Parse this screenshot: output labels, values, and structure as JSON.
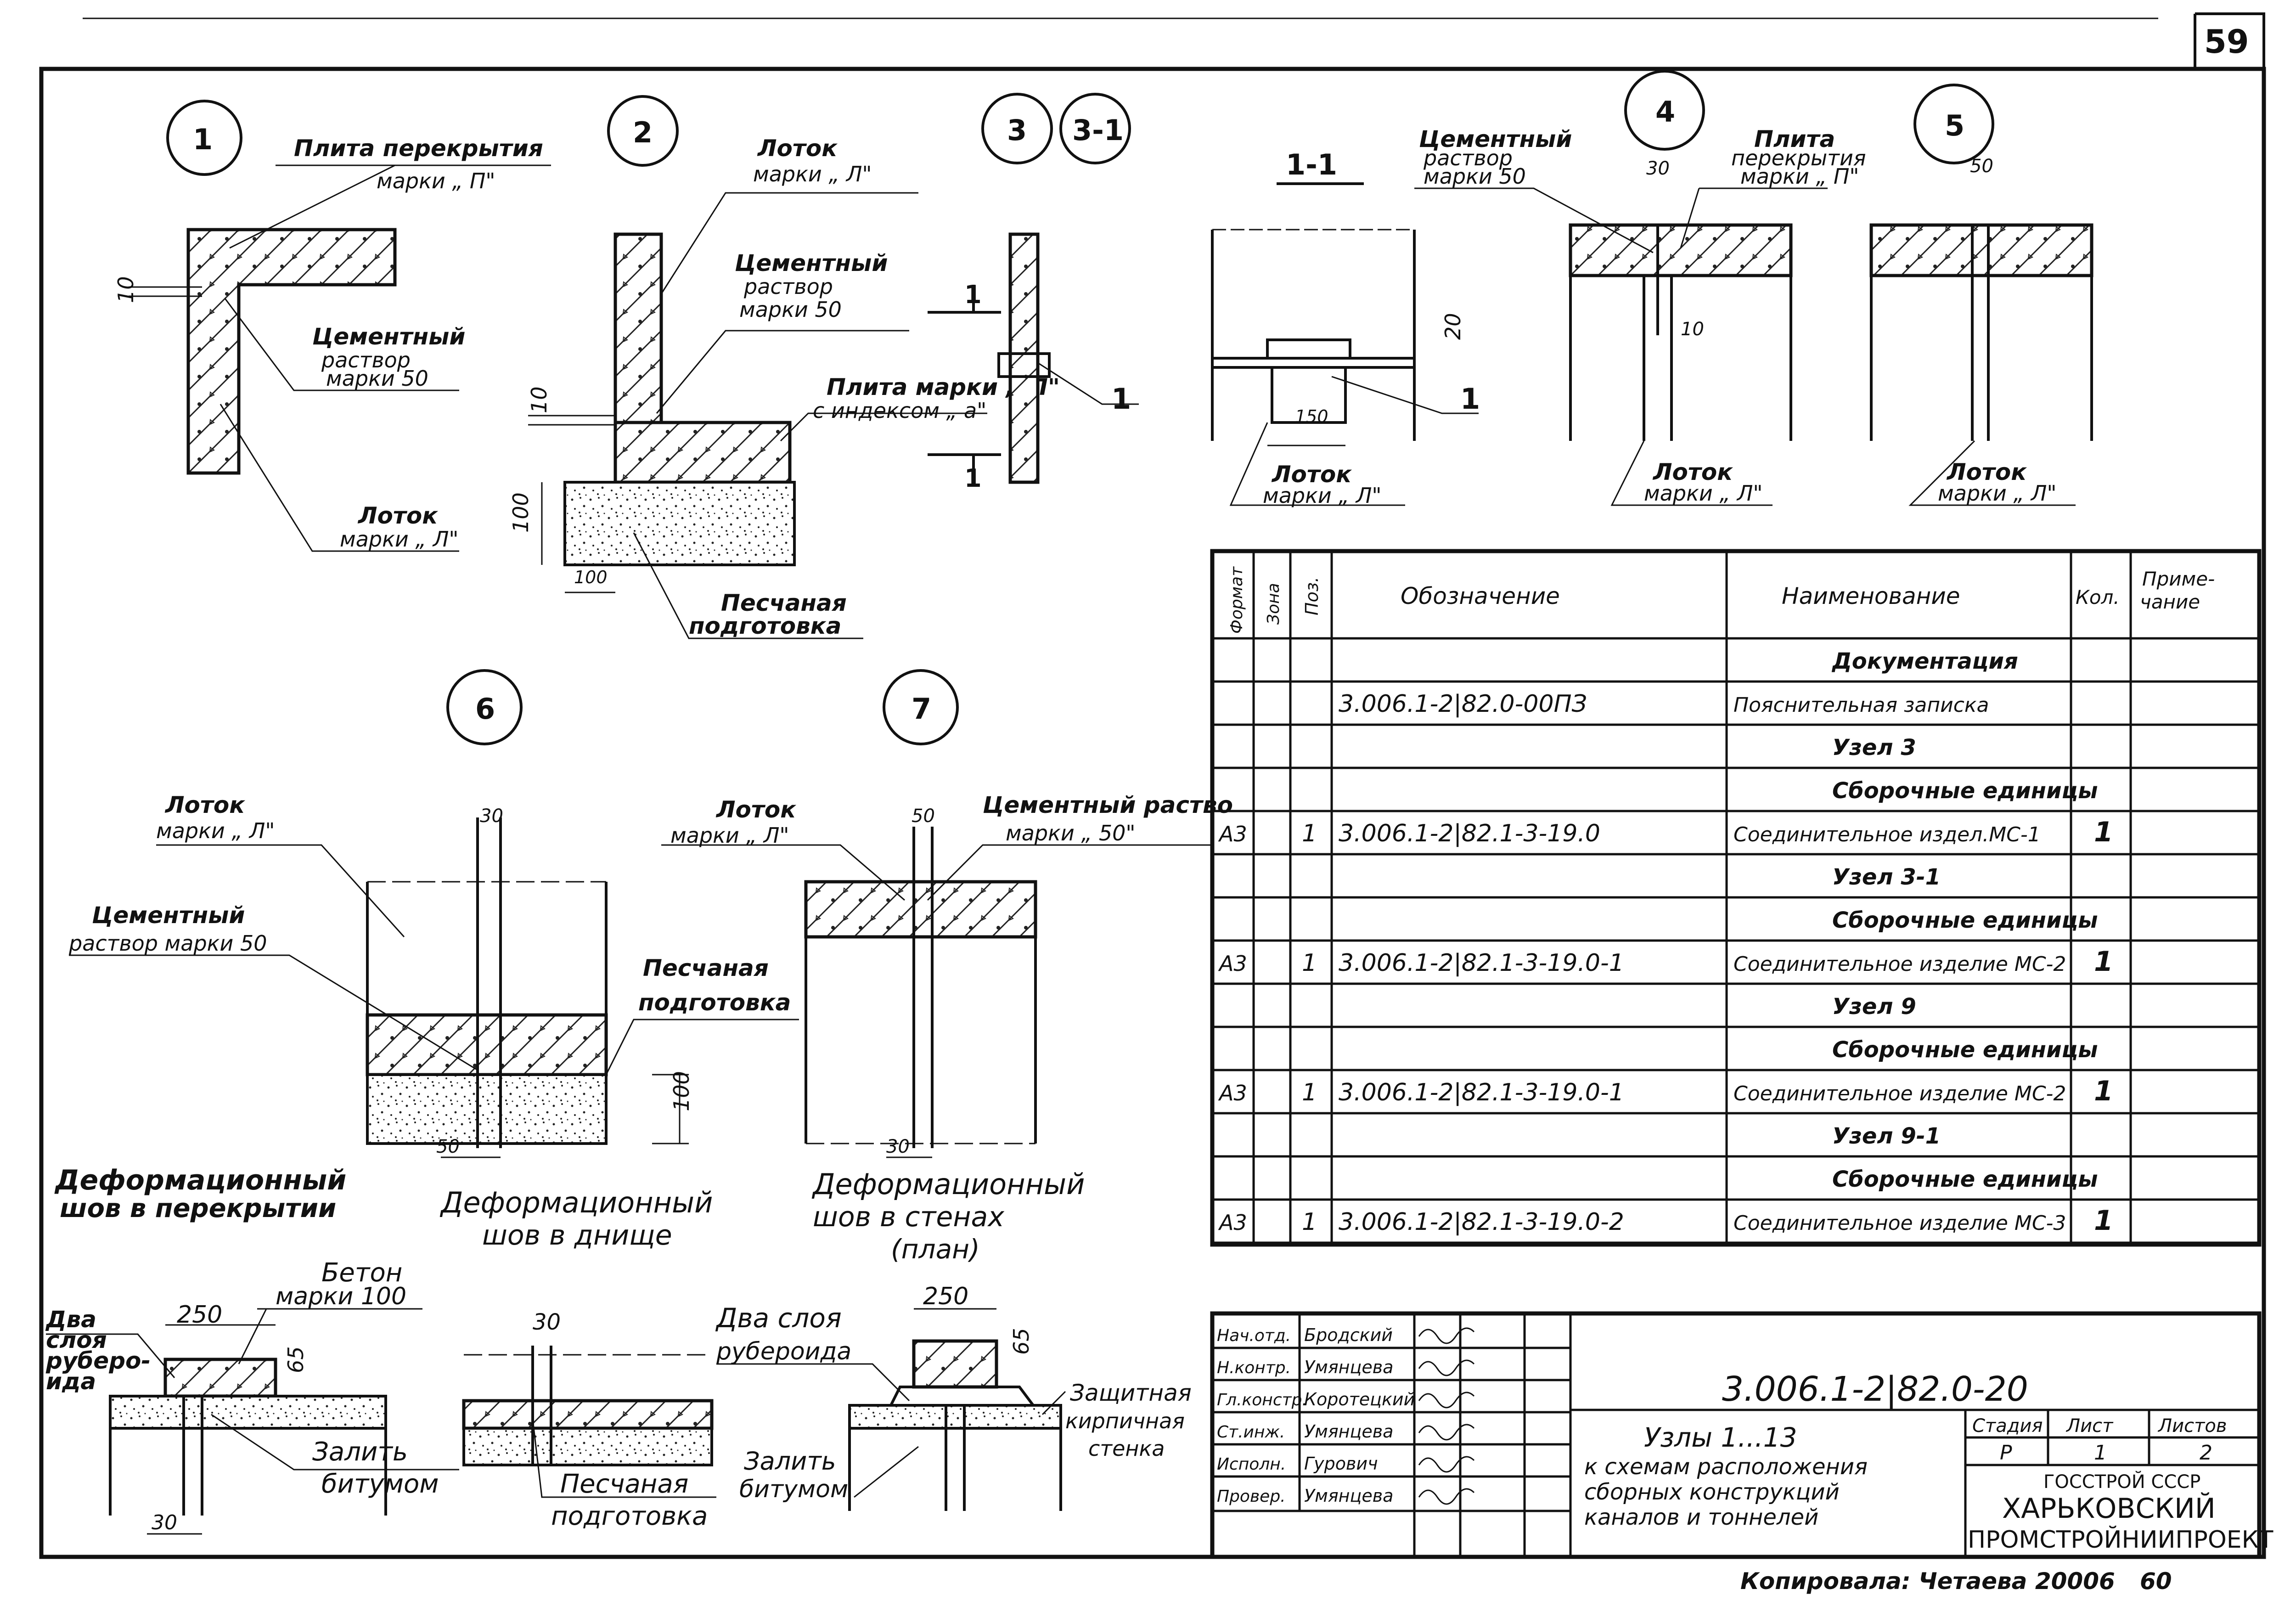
{
  "sheet_number": "59",
  "copy_note": "Копировала: Четаева 20006",
  "copy_page": "60",
  "nodes": {
    "n1": {
      "number": "1",
      "labels": [
        "Плита перекрытия",
        "марки „ П\"",
        "Цементный",
        "раствор",
        "марки 50",
        "Лоток",
        "марки „ Л\""
      ],
      "dims": [
        "10"
      ]
    },
    "n2": {
      "number": "2",
      "labels": [
        "Лоток",
        "марки „ Л\"",
        "Цементный",
        "раствор",
        "марки 50",
        "Плита марки „ П\"",
        "с индексом „ а\"",
        "Песчаная",
        "подготовка"
      ],
      "dims": [
        "10",
        "100",
        "100"
      ],
      "section": "1"
    },
    "n3": {
      "number": "3",
      "number2": "3-1",
      "labels": [
        "1"
      ]
    },
    "s11": {
      "title": "1-1",
      "labels": [
        "Лоток",
        "марки „ Л\"",
        "1"
      ],
      "dims": [
        "20",
        "150"
      ]
    },
    "n4": {
      "number": "4",
      "labels": [
        "Цементный",
        "раствор",
        "марки 50",
        "Плита",
        "перекрытия",
        "марки „ П\"",
        "Лоток",
        "марки „ Л\""
      ],
      "dims": [
        "30",
        "10"
      ]
    },
    "n5": {
      "number": "5",
      "labels": [
        "Лоток",
        "марки „ Л\""
      ],
      "dims": [
        "50"
      ]
    },
    "n6": {
      "number": "6",
      "labels": [
        "Лоток",
        "марки „ Л\"",
        "Цементный",
        "раствор марки 50",
        "Песчаная",
        "подготовка"
      ],
      "dims": [
        "30",
        "50",
        "100"
      ]
    },
    "n7": {
      "number": "7",
      "labels": [
        "Лоток",
        "марки „ Л\"",
        "Цементный раство",
        "марки „ 50\""
      ],
      "dims": [
        "50",
        "30"
      ]
    },
    "cap1": [
      "Деформационный",
      "шов в перекрытии"
    ],
    "cap2": [
      "Деформационный",
      "шов в днище"
    ],
    "cap3": [
      "Деформационный",
      "шов в стенах",
      "(план)"
    ],
    "b1": {
      "labels": [
        "Бетон",
        "марки 100",
        "Два",
        "слоя",
        "руберо-",
        "ида",
        "Залить",
        "битумом"
      ],
      "dims": [
        "250",
        "65",
        "30"
      ]
    },
    "b2": {
      "labels": [
        "Песчаная",
        "подготовка"
      ],
      "dims": [
        "30"
      ]
    },
    "b3": {
      "labels": [
        "Два слоя",
        "рубероида",
        "Залить",
        "битумом",
        "Защитная",
        "кирпичная",
        "стенка"
      ],
      "dims": [
        "250",
        "65"
      ]
    }
  },
  "spec": {
    "headers": [
      "Формат",
      "Зона",
      "Поз.",
      "Обозначение",
      "Наименование",
      "Кол.",
      "Приме-\nчание"
    ],
    "rows": [
      {
        "fmt": "",
        "zone": "",
        "pos": "",
        "code": "",
        "name": "Документация",
        "qty": "",
        "note": "",
        "heading": true
      },
      {
        "fmt": "",
        "zone": "",
        "pos": "",
        "code": "3.006.1-2|82.0-00ПЗ",
        "name": "Пояснительная записка",
        "qty": "",
        "note": ""
      },
      {
        "fmt": "",
        "zone": "",
        "pos": "",
        "code": "",
        "name": "Узел 3",
        "qty": "",
        "note": "",
        "heading": true
      },
      {
        "fmt": "",
        "zone": "",
        "pos": "",
        "code": "",
        "name": "Сборочные единицы",
        "qty": "",
        "note": "",
        "heading": true
      },
      {
        "fmt": "А3",
        "zone": "",
        "pos": "1",
        "code": "3.006.1-2|82.1-3-19.0",
        "name": "Соединительное издел.МС-1",
        "qty": "1",
        "note": ""
      },
      {
        "fmt": "",
        "zone": "",
        "pos": "",
        "code": "",
        "name": "Узел 3-1",
        "qty": "",
        "note": "",
        "heading": true
      },
      {
        "fmt": "",
        "zone": "",
        "pos": "",
        "code": "",
        "name": "Сборочные единицы",
        "qty": "",
        "note": "",
        "heading": true
      },
      {
        "fmt": "А3",
        "zone": "",
        "pos": "1",
        "code": "3.006.1-2|82.1-3-19.0-1",
        "name": "Соединительное изделие МС-2",
        "qty": "1",
        "note": ""
      },
      {
        "fmt": "",
        "zone": "",
        "pos": "",
        "code": "",
        "name": "Узел 9",
        "qty": "",
        "note": "",
        "heading": true
      },
      {
        "fmt": "",
        "zone": "",
        "pos": "",
        "code": "",
        "name": "Сборочные единицы",
        "qty": "",
        "note": "",
        "heading": true
      },
      {
        "fmt": "А3",
        "zone": "",
        "pos": "1",
        "code": "3.006.1-2|82.1-3-19.0-1",
        "name": "Соединительное изделие МС-2",
        "qty": "1",
        "note": ""
      },
      {
        "fmt": "",
        "zone": "",
        "pos": "",
        "code": "",
        "name": "Узел 9-1",
        "qty": "",
        "note": "",
        "heading": true
      },
      {
        "fmt": "",
        "zone": "",
        "pos": "",
        "code": "",
        "name": "Сборочные единицы",
        "qty": "",
        "note": "",
        "heading": true
      },
      {
        "fmt": "А3",
        "zone": "",
        "pos": "1",
        "code": "3.006.1-2|82.1-3-19.0-2",
        "name": "Соединительное изделие МС-3",
        "qty": "1",
        "note": ""
      }
    ]
  },
  "stamp": {
    "people": [
      {
        "role": "Нач.отд.",
        "name": "Бродский"
      },
      {
        "role": "Н.контр.",
        "name": "Умянцева"
      },
      {
        "role": "Гл.констр.",
        "name": "Коротецкий"
      },
      {
        "role": "Ст.инж.",
        "name": "Умянцева"
      },
      {
        "role": "Исполн.",
        "name": "Гурович"
      },
      {
        "role": "Провер.",
        "name": "Умянцева"
      }
    ],
    "doc_code": "3.006.1-2|82.0-20",
    "title_lines": [
      "Узлы 1...13",
      "к схемам расположения",
      "сборных конструкций",
      "каналов и тоннелей"
    ],
    "stage_hdr": "Стадия",
    "sheet_hdr": "Лист",
    "sheets_hdr": "Листов",
    "stage": "Р",
    "sheet": "1",
    "sheets": "2",
    "org": [
      "ГОССТРОЙ СССР",
      "ХАРЬКОВСКИЙ",
      "ПРОМСТРОЙНИИПРОЕКТ"
    ]
  }
}
